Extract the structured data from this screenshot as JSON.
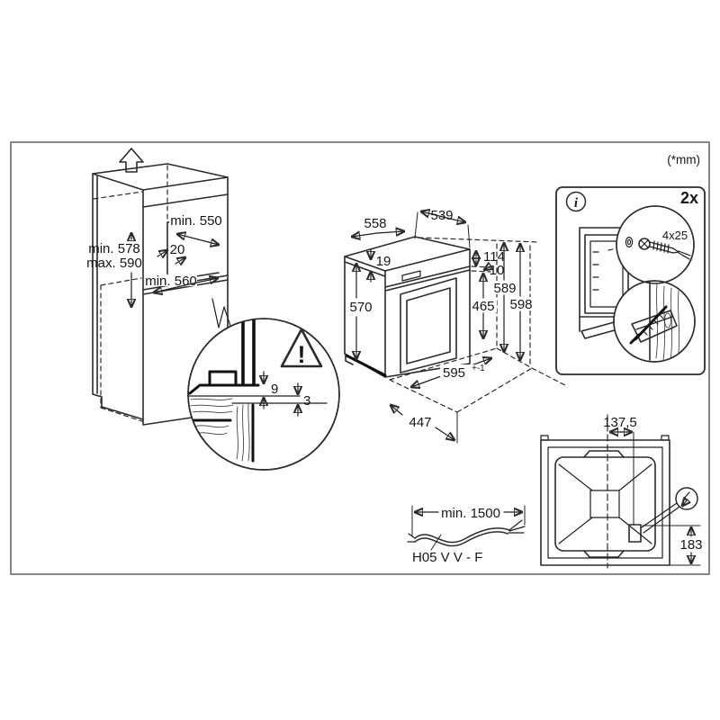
{
  "page": {
    "units_note": "(*mm)"
  },
  "icons": {
    "info": "i",
    "warning": "!",
    "direction": "up-arrow",
    "power": "lightning-bolt"
  },
  "cabinet": {
    "niche_depth": "min. 550",
    "clearance": "20",
    "height_min": "min. 578",
    "height_max": "max. 590",
    "niche_width": "min. 560"
  },
  "detail": {
    "step": "9",
    "gap": "3"
  },
  "oven": {
    "depth_top": "539",
    "depth_total": "558",
    "top_gap": "19",
    "panel_height": "114",
    "gap": "10",
    "body_height": "570",
    "door_height": "465",
    "front_height": "589",
    "total_height": "598",
    "niche_width": "595",
    "niche_width_tolerance": "+-1",
    "base_depth": "447"
  },
  "screws": {
    "quantity": "2x",
    "size": "4x25"
  },
  "rear": {
    "offset_center": "137,5",
    "offset_bottom": "183"
  },
  "cable": {
    "length": "min. 1500",
    "type": "H05 V V - F"
  }
}
